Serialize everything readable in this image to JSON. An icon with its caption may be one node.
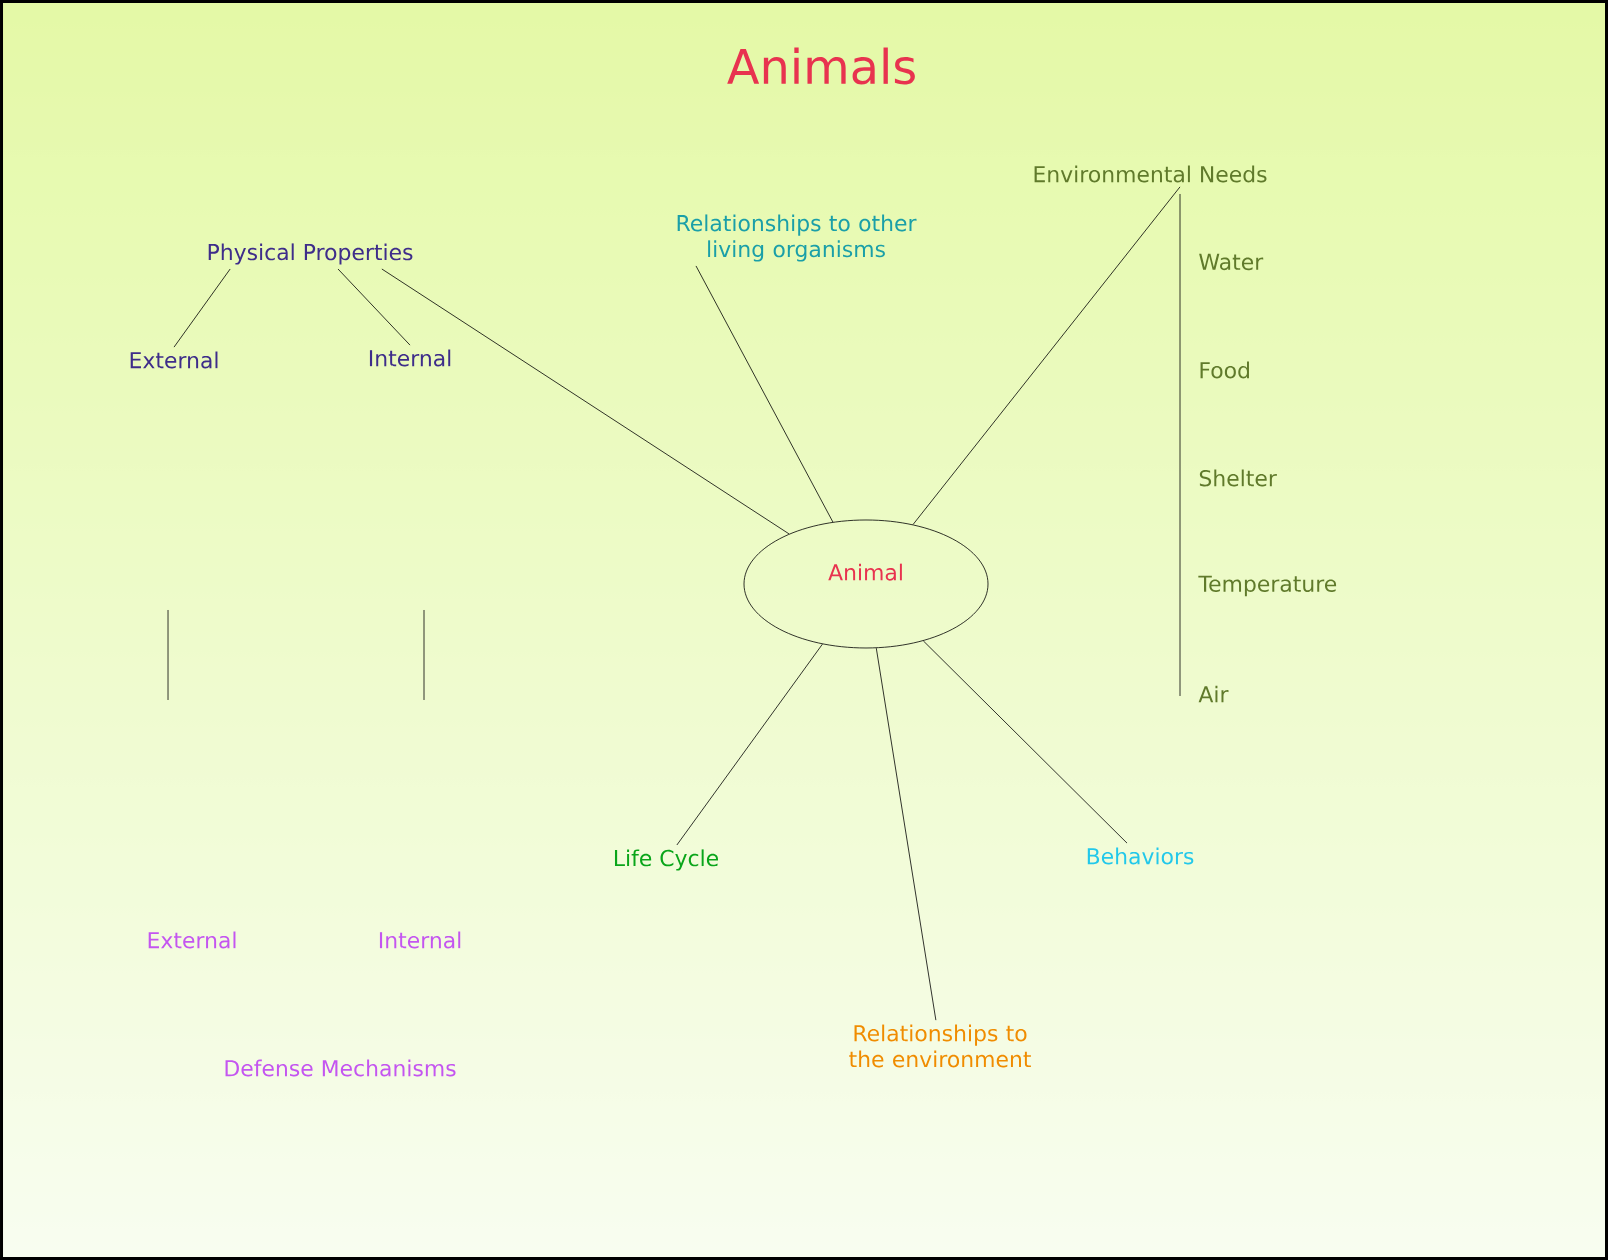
{
  "diagram": {
    "title": "Animals",
    "nodes": [
      {
        "text": [
          "Animal"
        ]
      },
      {
        "text": [
          "Physical Properties"
        ]
      },
      {
        "text": [
          "External"
        ]
      },
      {
        "text": [
          "Internal"
        ]
      },
      {
        "text": [
          "Relationships to other living organisms"
        ]
      },
      {
        "text": [
          "Environmental Needs"
        ]
      },
      {
        "text": [
          "Life Cycle"
        ]
      },
      {
        "text": [
          "Relationships to the environment"
        ]
      },
      {
        "text": [
          "Behaviors"
        ]
      }
    ],
    "edges": [
      {
        "from": 1,
        "to": 0,
        "arrow": "none"
      },
      {
        "from": 4,
        "to": 0,
        "arrow": "none"
      },
      {
        "from": 5,
        "to": 0,
        "arrow": "none"
      },
      {
        "from": 0,
        "to": 6,
        "arrow": "none"
      },
      {
        "from": 0,
        "to": 7,
        "arrow": "none"
      },
      {
        "from": 0,
        "to": 8,
        "arrow": "none"
      },
      {
        "from": 1,
        "to": 2,
        "arrow": "none"
      },
      {
        "from": 1,
        "to": 3,
        "arrow": "none"
      }
    ],
    "labels": [
      "Water",
      "Food",
      "Shelter",
      "Temperature",
      "Air",
      "External",
      "Internal",
      "Defense Mechanisms"
    ]
  }
}
